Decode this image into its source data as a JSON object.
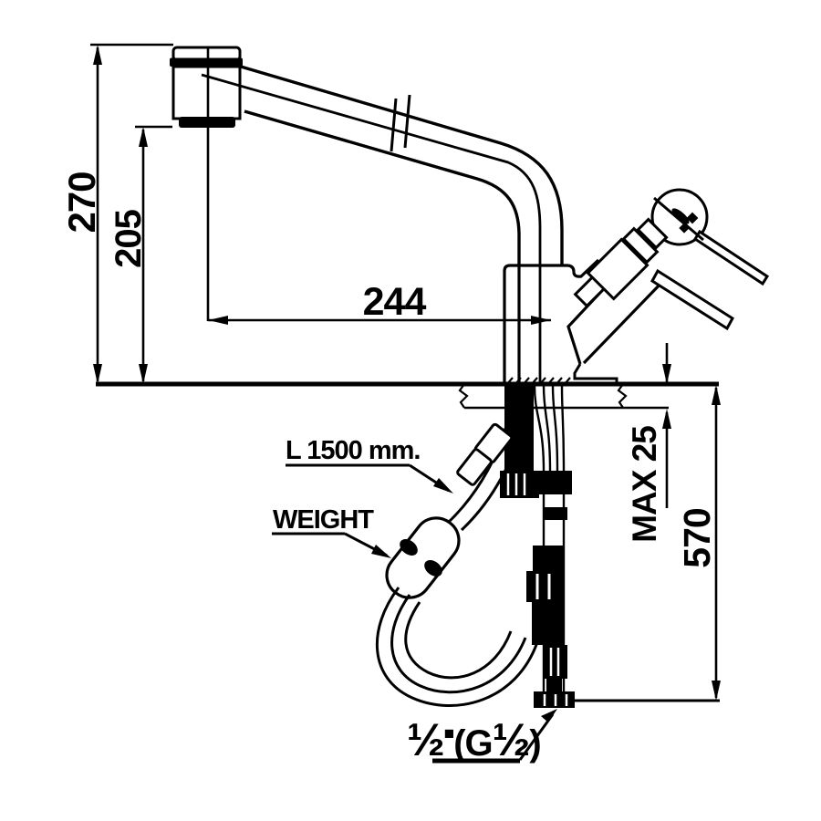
{
  "drawing": {
    "type": "technical-dimension-drawing",
    "subject": "pull-out kitchen faucet installation diagram",
    "colors": {
      "line": "#000000",
      "background": "#ffffff"
    },
    "dimensions": {
      "overall_height": "270",
      "spout_height": "205",
      "spout_reach": "244",
      "deck_thickness": "MAX 25",
      "under_counter_depth": "570"
    },
    "labels": {
      "hose_length": "L 1500 mm.",
      "weight": "WEIGHT",
      "thread": {
        "size": "½",
        "mark": "■",
        "open": "(G",
        "size2": "½",
        "close": ")"
      }
    }
  }
}
